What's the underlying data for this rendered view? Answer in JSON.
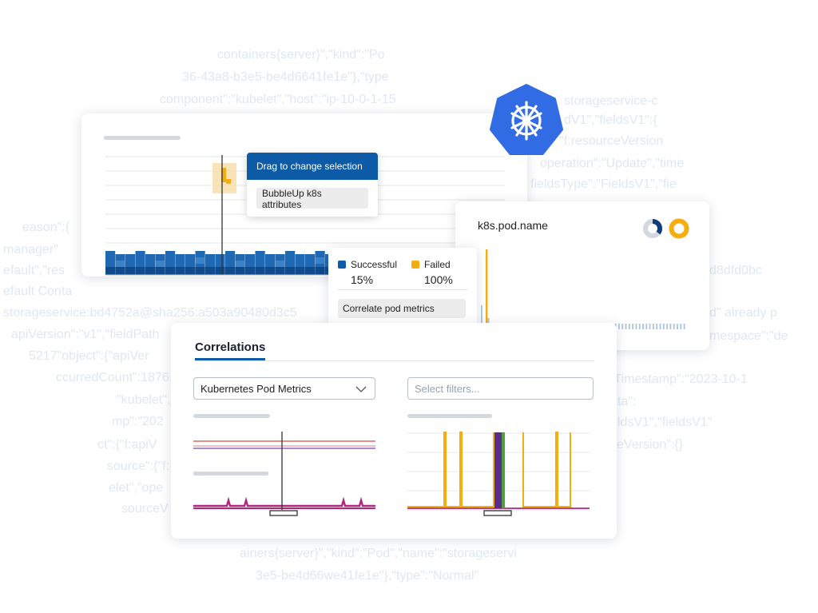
{
  "background_code": [
    "containers{server}\",\"kind\":\"Po",
    "36-43a8-b3e5-be4d6641fe1e\"},\"type",
    "component\":\"kubelet\",\"host\":\"ip-10-0-1-15",
    "storageservice-c",
    "dV1\",\"fieldsV1\":{",
    "\"f:resourceVersion",
    "operation\":\"Update\",\"time",
    "fieldsType\":\"FieldsV1\",\"fie",
    "eason\":{",
    "manager\"",
    "efault\",\"res",
    "efault Conta",
    "storageservice:bd4752a@sha256:a503a90480d3c5",
    "apiVersion\":\"v1\",\"fieldPath",
    "5217\"object\":{\"apiVer",
    "ccurredCount\":1876",
    "\"kubelet\",",
    "mp\":\"202",
    "ct\":{\"f:apiV",
    "source\":{\"f:",
    "elet\",\"ope",
    "sourceV",
    "d8dfd0bc",
    "d\" already p",
    "mespace\":\"de",
    "tTimestamp\":\"2023-10-1",
    "ata\":",
    "eldsV1\",\"fieldsV1\"",
    "ceVersion\":{}",
    "ainers{server}\",\"kind\":\"Pod\",\"name\":\"storageservi",
    "3e5-be4d66we41fe1e\"},\"type\":\"Normal\""
  ],
  "heatmap_card": {
    "tooltip": {
      "header": "Drag to change selection",
      "button": "BubbleUp k8s attributes"
    }
  },
  "legend_card": {
    "successful_label": "Successful",
    "successful_value": "15%",
    "failed_label": "Failed",
    "failed_value": "100%",
    "button": "Correlate pod metrics"
  },
  "pod_card": {
    "title": "k8s.pod.name"
  },
  "correlations_card": {
    "tab": "Correlations",
    "metrics_select": "Kubernetes Pod Metrics",
    "filter_placeholder": "Select filters..."
  },
  "colors": {
    "brand_blue": "#0d5aa7",
    "heatmap_blue": "#1f68b4",
    "failed_orange": "#f5ad0f",
    "kubernetes_blue": "#326ce5",
    "magenta": "#b0267c",
    "green": "#4ca23a"
  },
  "icons": [
    "kubernetes-logo-icon",
    "chevron-down-icon",
    "donut-chart-icon",
    "ring-icon"
  ]
}
